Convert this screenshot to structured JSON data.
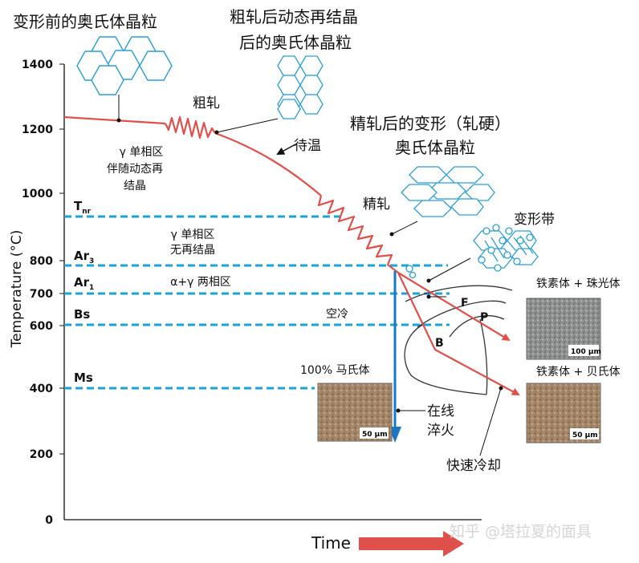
{
  "titles": {
    "before": "变形前的奥氏体晶粒",
    "recryst_line1": "粗轧后动态再结晶",
    "recryst_line2": "后的奥氏体晶粒",
    "finish_line1": "精轧后的变形（轧硬）",
    "finish_line2": "奥氏体晶粒"
  },
  "labels": {
    "rough": "粗轧",
    "hold": "待温",
    "finish": "精轧",
    "deform_band": "变形带",
    "zone1_l1": "γ 单相区",
    "zone1_l2": "伴随动态再",
    "zone1_l3": "结晶",
    "zone2_l1": "γ 单相区",
    "zone2_l2": "无再结晶",
    "zone3": "α+γ 两相区",
    "air_cool": "空冷",
    "martensite": "100% 马氏体",
    "online_l1": "在线",
    "online_l2": "淬火",
    "fast_cool": "快速冷却",
    "ferrite_pearlite": "铁素体 + 珠光体",
    "ferrite_bainite": "铁素体 + 贝氏体",
    "F": "F",
    "P": "P",
    "B": "B"
  },
  "temps": {
    "tnr": "T",
    "tnr_sub": "nr",
    "ar3": "Ar",
    "ar3_sub": "3",
    "ar1": "Ar",
    "ar1_sub": "1",
    "bs": "Bs",
    "ms": "Ms"
  },
  "axis": {
    "ylabel": "Temperature (°C)",
    "xlabel": "Time",
    "ticks": [
      "1400",
      "1200",
      "1000",
      "800",
      "700",
      "600",
      "400",
      "200",
      "0"
    ]
  },
  "scalebars": {
    "fp": "100 μm",
    "fb": "50 μm",
    "m": "50 μm"
  },
  "watermark": "知乎 @塔拉夏的面具",
  "colors": {
    "process_line": "#e0504a",
    "dashed": "#1aa3d4",
    "quench": "#1a78c2",
    "grain": "#2a9fd6"
  }
}
